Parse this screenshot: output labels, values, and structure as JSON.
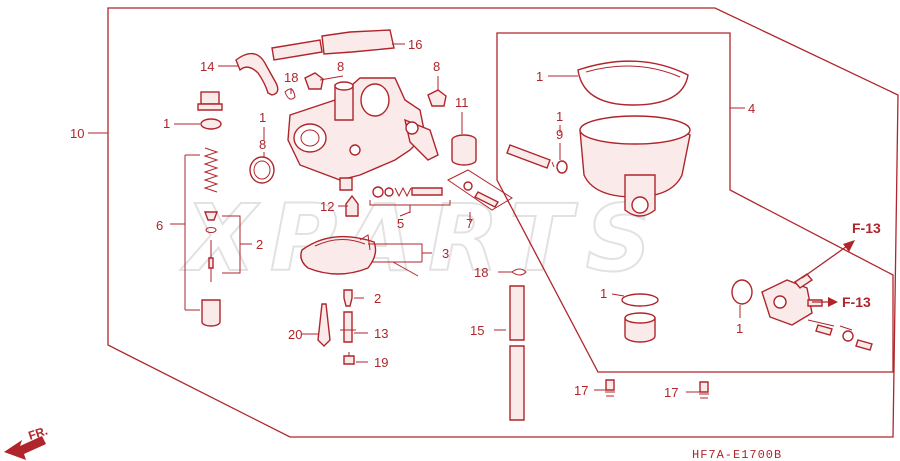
{
  "watermark": "XPARTS",
  "diagram_code": "HF7A-E1700B",
  "front_label": "FR.",
  "refs": {
    "f13_top": "F-13",
    "f13_side": "F-13"
  },
  "labels": {
    "c10": "10",
    "c14": "14",
    "c18a": "18",
    "c8a": "8",
    "c16": "16",
    "c1a": "1",
    "c1b": "1",
    "c8b": "8",
    "c8c": "8",
    "c11": "11",
    "c6": "6",
    "c2a": "2",
    "c12": "12",
    "c5": "5",
    "c7": "7",
    "c3": "3",
    "c2b": "2",
    "c20": "20",
    "c13": "13",
    "c19": "19",
    "c1c": "1",
    "c1d": "1",
    "c9": "9",
    "c4": "4",
    "c18b": "18",
    "c15": "15",
    "c1e": "1",
    "c1f": "1",
    "c17a": "17",
    "c17b": "17"
  },
  "colors": {
    "line": "#b0252b",
    "fill": "#fbeaea",
    "watermark": "#e2e2e2"
  }
}
